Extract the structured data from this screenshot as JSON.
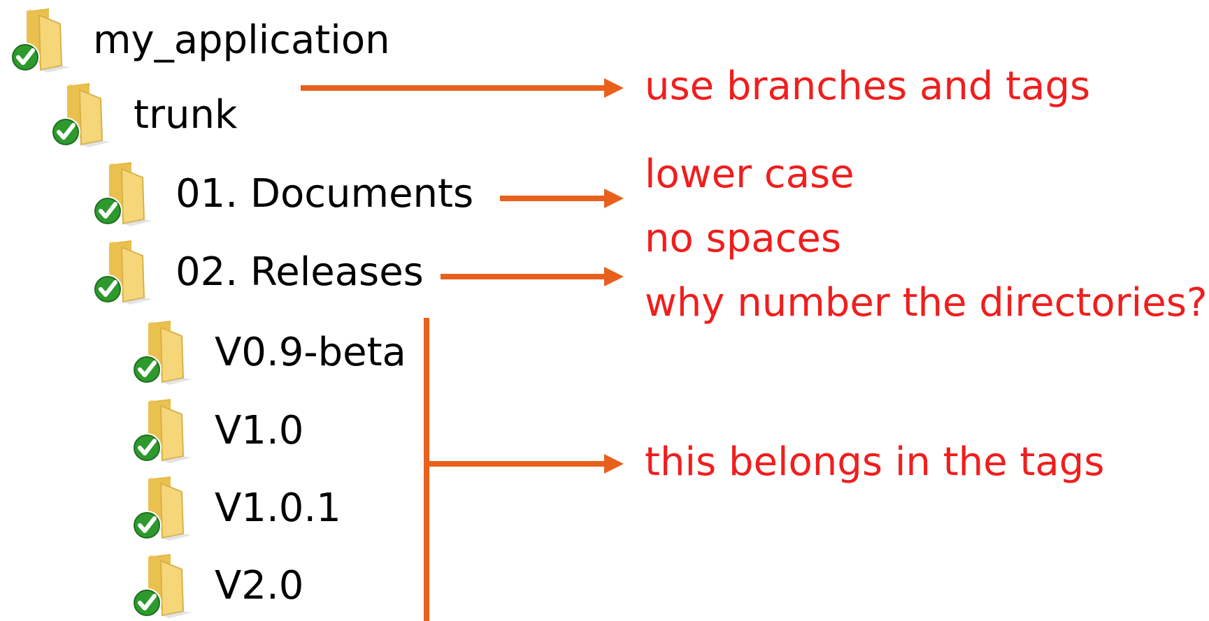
{
  "tree": [
    {
      "label": "my_application",
      "icon": "folder-checked-icon"
    },
    {
      "label": "trunk",
      "icon": "folder-checked-icon"
    },
    {
      "label": "01. Documents",
      "icon": "folder-checked-icon"
    },
    {
      "label": "02. Releases",
      "icon": "folder-checked-icon"
    },
    {
      "label": "V0.9-beta",
      "icon": "folder-checked-icon"
    },
    {
      "label": "V1.0",
      "icon": "folder-checked-icon"
    },
    {
      "label": "V1.0.1",
      "icon": "folder-checked-icon"
    },
    {
      "label": "V2.0",
      "icon": "folder-checked-icon"
    }
  ],
  "annotations": {
    "branches_tags": "use branches and tags",
    "lower_case": "lower case",
    "no_spaces": "no spaces",
    "why_number": "why number the directories?",
    "belongs_tags": "this belongs in the tags"
  },
  "colors": {
    "arrow": "#e8601c",
    "note_text": "#f01e1e",
    "folder_front": "#f5d77a",
    "folder_back": "#e0b63f",
    "check_green": "#2e9a2e"
  }
}
